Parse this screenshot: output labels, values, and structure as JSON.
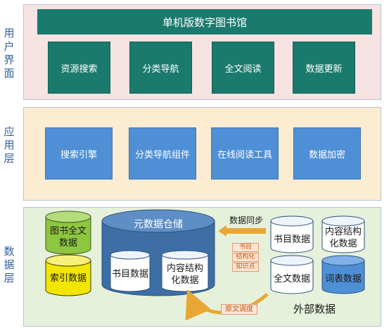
{
  "layers": {
    "user": {
      "label": "用户界面",
      "banner": "单机版数字图书馆",
      "boxes": [
        "资源搜索",
        "分类导航",
        "全文阅读",
        "数据更新"
      ]
    },
    "app": {
      "label": "应用层",
      "boxes": [
        "搜索引擎",
        "分类导航组件",
        "在线阅读工具",
        "数据加密"
      ]
    },
    "data": {
      "label": "数据层",
      "left_cylinders": [
        "图书全文数据",
        "索引数据"
      ],
      "warehouse": {
        "title": "元数据仓储",
        "inner": [
          "书目数据",
          "内容结构化数据"
        ]
      },
      "sync_label": "数据同步",
      "sync_tags": [
        "书目",
        "结构化",
        "知识点"
      ],
      "dispatch_label": "原文调度",
      "external_label": "外部数据",
      "external_cylinders": [
        "书目数据",
        "内容结构化数据",
        "全文数据",
        "词表数据"
      ]
    }
  },
  "colors": {
    "teal": "#1b7a6e",
    "blue": "#4e8fd6",
    "green_cyl": "#8dc63f",
    "yellow_cyl": "#f2e600",
    "warehouse": "#3d6fa5",
    "arrow": "#e8a735"
  }
}
